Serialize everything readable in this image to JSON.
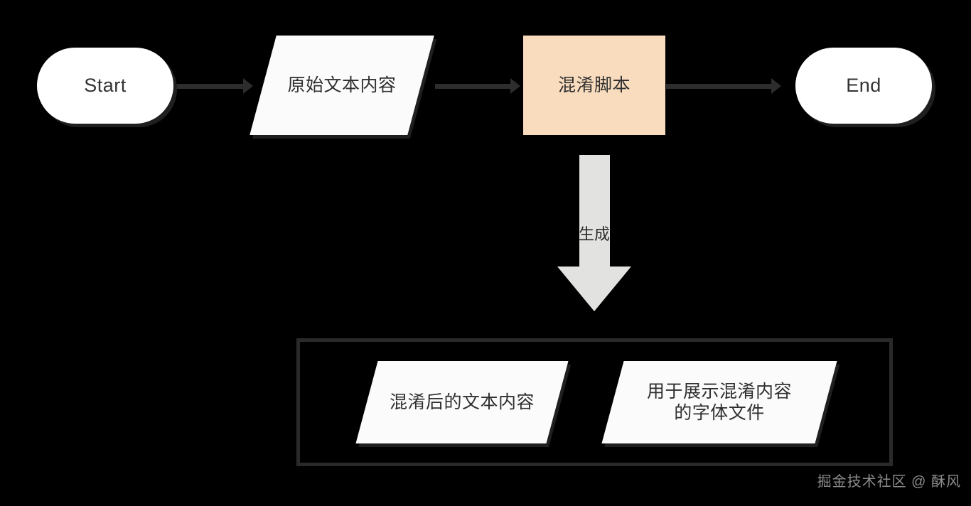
{
  "diagram": {
    "type": "flowchart",
    "direction": "left-to-right with downward branch",
    "background_color": "#000000",
    "nodes": {
      "start": {
        "label": "Start",
        "shape": "stadium",
        "fill": "#ffffff"
      },
      "source_text": {
        "label": "原始文本内容",
        "shape": "parallelogram",
        "fill": "#fbfbfb"
      },
      "obfuscate_script": {
        "label": "混淆脚本",
        "shape": "rectangle",
        "fill": "#f9dcbe"
      },
      "end": {
        "label": "End",
        "shape": "stadium",
        "fill": "#ffffff"
      },
      "obfuscated_text": {
        "label": "混淆后的文本内容",
        "shape": "parallelogram",
        "fill": "#fbfbfb"
      },
      "font_file": {
        "label": "用于展示混淆内容\n的字体文件",
        "shape": "parallelogram",
        "fill": "#fbfbfb"
      }
    },
    "edges": [
      {
        "from": "start",
        "to": "source_text",
        "label": "",
        "style": "arrow"
      },
      {
        "from": "source_text",
        "to": "obfuscate_script",
        "label": "",
        "style": "arrow"
      },
      {
        "from": "obfuscate_script",
        "to": "end",
        "label": "",
        "style": "arrow"
      },
      {
        "from": "obfuscate_script",
        "to": "outputs_group",
        "label": "生成",
        "style": "block-arrow"
      }
    ],
    "groups": {
      "outputs_group": {
        "label": "",
        "border_color": "#2a2a2a"
      }
    },
    "colors": {
      "accent_peach": "#f9dcbe",
      "node_fill": "#ffffff",
      "shadow": "#1f1f1f",
      "connector": "#2d2d2d",
      "block_arrow": "#e2e2e0",
      "text": "#333333"
    }
  },
  "watermark": {
    "text": "掘金技术社区 @ 酥风"
  }
}
